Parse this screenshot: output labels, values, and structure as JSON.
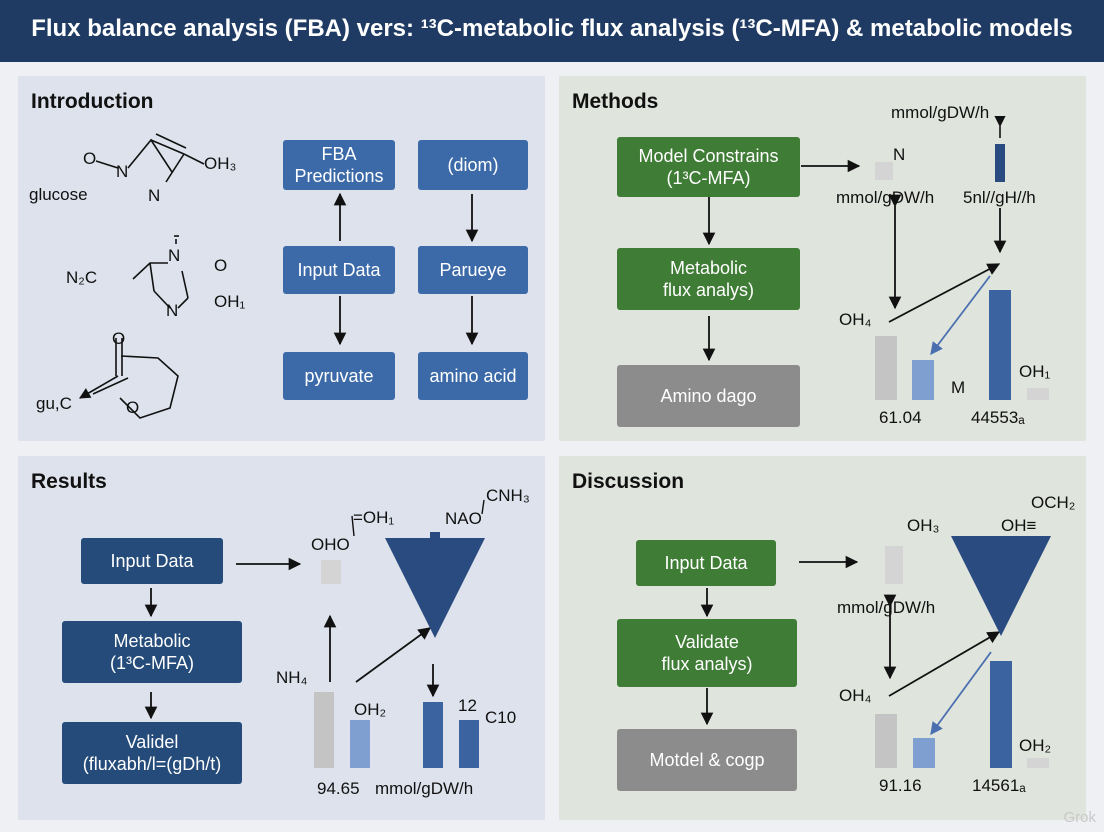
{
  "title": "Flux balance analysis (FBA) vers: ¹³C-metabolic flux analysis (¹³C-MFA) & metabolic models",
  "intro": {
    "title": "Introduction",
    "chem": {
      "o": "O",
      "n1": "N",
      "n2": "N",
      "oh3": "OH₃",
      "glucose": "glucose",
      "n_top": "N",
      "n2c": "N₂C",
      "n_ring": "N",
      "o_right": "O",
      "oh1": "OH₁",
      "gu_c": "gu,C",
      "o_ring1": "O",
      "o_ring2": "O"
    },
    "boxes": {
      "fba": "FBA\nPredictions",
      "diom": "(diom)",
      "input": "Input Data",
      "parueye": "Parueye",
      "pyruvate": "pyruvate",
      "amino": "amino acid"
    }
  },
  "methods": {
    "title": "Methods",
    "boxes": {
      "model": "Model Constrains\n(1³C-MFA)",
      "metabolic": "Metabolic\nflux analys)",
      "amino": "Amino dago"
    },
    "labels": {
      "unit_top": "mmol/gDW/h",
      "n": "N",
      "unit_mid": "mmol/gDW/h",
      "unit_right": "5nl//gH//h",
      "oh4": "OH₄",
      "m": "M",
      "oh1": "OH₁",
      "val1": "61.04",
      "val2": "44553ₐ"
    }
  },
  "results": {
    "title": "Results",
    "boxes": {
      "input": "Input Data",
      "metabolic": "Metabolic\n(1³C-MFA)",
      "validel": "Validel\n(fluxabh/l=(gDh/t)"
    },
    "labels": {
      "oh1": "=OH₁",
      "oho": "OHO",
      "cnh3": "CNH₃",
      "nao": "NAO",
      "nh4": "NH₄",
      "oh2": "OH₂",
      "n12": "12",
      "c10": "C10",
      "val": "94.65",
      "unit": "mmol/gDW/h"
    }
  },
  "discussion": {
    "title": "Discussion",
    "boxes": {
      "input": "Input Data",
      "validate": "Validate\nflux analys)",
      "model": "Motdel & cogp"
    },
    "labels": {
      "oh3": "OH₃",
      "och2": "OCH₂",
      "ohe": "OH≡",
      "unit": "mmol/gDW/h",
      "oh4": "OH₄",
      "oh2": "OH₂",
      "val1": "91.16",
      "val2": "14561ₐ"
    }
  },
  "watermark": "Grok"
}
